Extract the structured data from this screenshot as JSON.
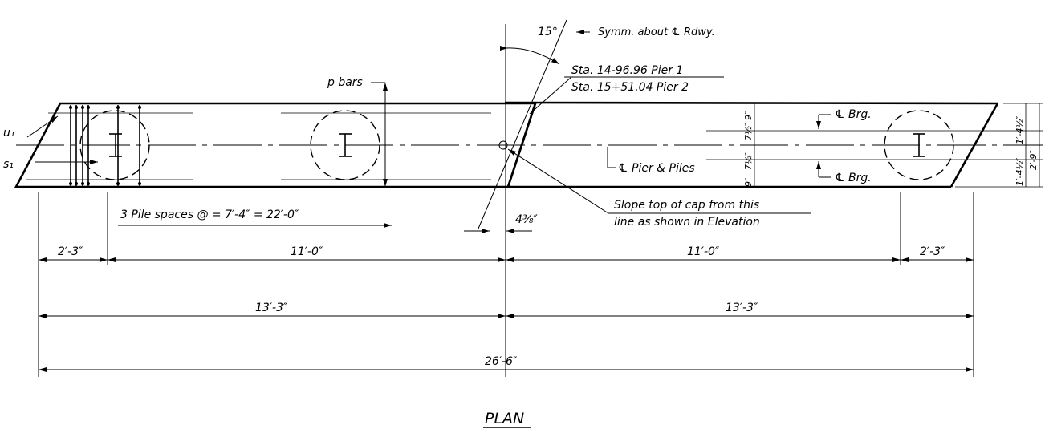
{
  "drawing": {
    "title": "PLAN",
    "skew_angle": "15°",
    "symmetry_note": "Symm. about ℄ Rdwy.",
    "station_pier1": "Sta. 14-96.96 Pier 1",
    "station_pier2": "Sta. 15+51.04 Pier 2",
    "p_bars_label": "p bars",
    "u1_label": "u₁",
    "s1_label": "s₁",
    "cl_brg_top": "℄ Brg.",
    "cl_brg_bottom": "℄ Brg.",
    "cl_pier_piles": "℄ Pier & Piles",
    "slope_note_line1": "Slope top of cap from this",
    "slope_note_line2": "line as shown in Elevation",
    "offset_dim": "4³⁄₈″",
    "pile_spacing": "3 Pile spaces @ = 7′-4″ = 22′-0″",
    "dims_row1": [
      "2′-3″",
      "11′-0″",
      "11′-0″",
      "2′-3″"
    ],
    "dims_row2": [
      "13′-3″",
      "13′-3″"
    ],
    "dims_row3": [
      "26′-6″"
    ],
    "vertical_dims_inner": [
      "9″",
      "7½″",
      "7½″",
      "9″"
    ],
    "vertical_dims_outer": [
      "1′-4½″",
      "1′-4½″"
    ],
    "vertical_dim_total": "2′-9″"
  }
}
